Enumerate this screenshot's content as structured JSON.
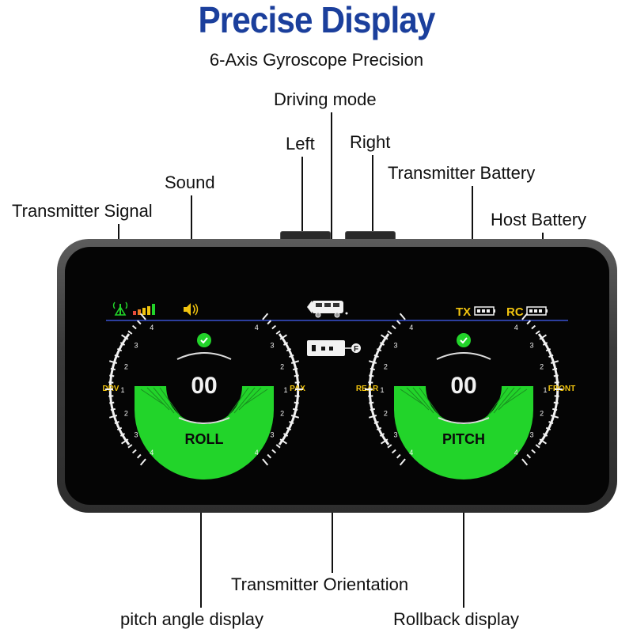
{
  "header": {
    "title": "Precise Display",
    "subtitle": "6-Axis Gyroscope Precision"
  },
  "callouts": {
    "driving_mode": "Driving mode",
    "left": "Left",
    "right": "Right",
    "sound": "Sound",
    "transmitter_battery": "Transmitter Battery",
    "transmitter_signal": "Transmitter Signal",
    "host_battery": "Host Battery",
    "transmitter_orientation": "Transmitter Orientation",
    "pitch_angle_display": "pitch angle display",
    "rollback_display": "Rollback display"
  },
  "screen": {
    "status": {
      "tx_label": "TX",
      "rc_label": "RC",
      "signal_bars": 5
    },
    "orientation_badge": "F",
    "roll_gauge": {
      "value": "00",
      "label": "ROLL",
      "left_side": "DRV",
      "right_side": "PAX",
      "ticks": [
        "4",
        "3",
        "2",
        "1",
        "2",
        "3",
        "4"
      ]
    },
    "pitch_gauge": {
      "value": "00",
      "label": "PITCH",
      "left_side": "REAR",
      "right_side": "FRONT",
      "ticks": [
        "4",
        "3",
        "2",
        "1",
        "2",
        "3",
        "4"
      ]
    }
  },
  "colors": {
    "title": "#1b3f9c",
    "gauge_green": "#22d42a",
    "status_yellow": "#f1c40f",
    "divider_blue": "#2c3e9e"
  }
}
